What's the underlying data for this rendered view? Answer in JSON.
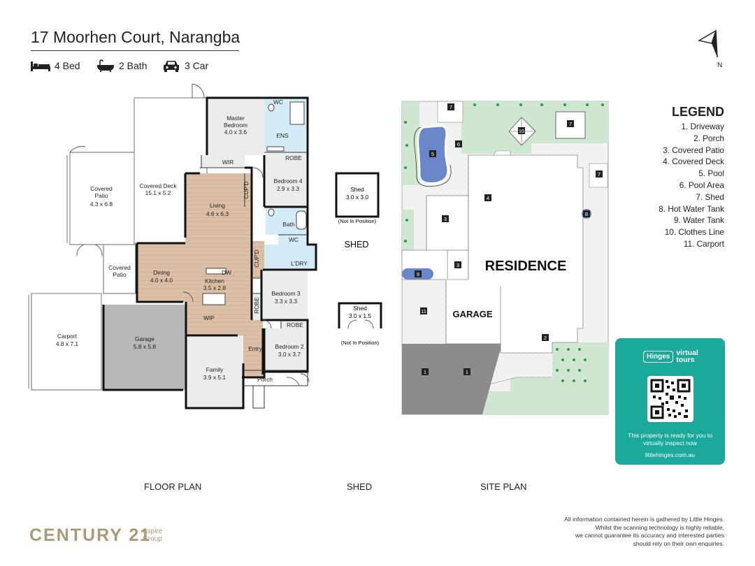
{
  "header": {
    "title": "17 Moorhen Court, Narangba",
    "features": [
      {
        "icon": "bed-icon",
        "label": "4 Bed"
      },
      {
        "icon": "bathtub-icon",
        "label": "2 Bath"
      },
      {
        "icon": "car-icon",
        "label": "3 Car"
      }
    ]
  },
  "compass": {
    "label": "N"
  },
  "floor_plan": {
    "caption": "FLOOR PLAN",
    "rooms": [
      {
        "name": "Master\nBedroom",
        "size": "4.0 x 3.6"
      },
      {
        "name": "Covered Deck",
        "size": "15.1 x 5.2"
      },
      {
        "name": "Covered\nPatio",
        "size": "4.3 x 6.8"
      },
      {
        "name": "Living",
        "size": "4.6 x 6.3"
      },
      {
        "name": "Bedroom 4",
        "size": "2.9 x 3.3"
      },
      {
        "name": "Dining",
        "size": "4.0 x 4.0"
      },
      {
        "name": "Kitchen",
        "size": "3.5 x 2.8"
      },
      {
        "name": "Bedroom 3",
        "size": "3.3 x 3.3"
      },
      {
        "name": "Carport",
        "size": "4.8 x 7.1"
      },
      {
        "name": "Garage",
        "size": "5.8 x 5.8"
      },
      {
        "name": "Bedroom 2",
        "size": "3.0 x 3.7"
      },
      {
        "name": "Family",
        "size": "3.9 x 5.1"
      }
    ],
    "labels": [
      "WC",
      "ENS",
      "WIR",
      "ROBE",
      "CUP'D",
      "Bath",
      "WC",
      "CUP'D",
      "L'DRY",
      "DW",
      "ROBE",
      "WIP",
      "ROBE",
      "Entry",
      "Porch",
      "Covered\nPatio"
    ]
  },
  "shed": {
    "caption": "SHED",
    "heading": "SHED",
    "sheds": [
      {
        "name": "Shed",
        "size": "3.0 x 3.0",
        "note": "(Not In Position)"
      },
      {
        "name": "Shed",
        "size": "3.0 x 1.5",
        "note": "(Not In Position)"
      }
    ]
  },
  "site_plan": {
    "caption": "SITE PLAN",
    "residence_label": "RESIDENCE",
    "garage_label": "GARAGE",
    "markers": [
      "7",
      "6",
      "5",
      "10",
      "7",
      "7",
      "4",
      "3",
      "8",
      "3",
      "9",
      "11",
      "2",
      "1",
      "1"
    ]
  },
  "legend": {
    "title": "LEGEND",
    "items": [
      "1. Driveway",
      "2. Porch",
      "3. Covered Patio",
      "4. Covered Deck",
      "5. Pool",
      "6. Pool Area",
      "7. Shed",
      "8. Hot Water Tank",
      "9. Water Tank",
      "10. Clothes Line",
      "11. Carport"
    ]
  },
  "virtual_tour": {
    "hinges": "Hinges",
    "tours": "virtual\ntours",
    "message": "This property is ready for you to virtually inspect now",
    "url": "littlehinges.com.au",
    "color": "#1aa99a"
  },
  "footer": {
    "brand": "CENTURY 21",
    "brand_sub": "Aspire\nGroup",
    "disclaimer": "All information contained herein is gathered by Little Hinges.\nWhilst the scanning technology is highly reliable,\nwe cannot guarantee its accuracy and interested parties\nshould rely on their own enquiries.",
    "brand_color": "#a89a76"
  }
}
